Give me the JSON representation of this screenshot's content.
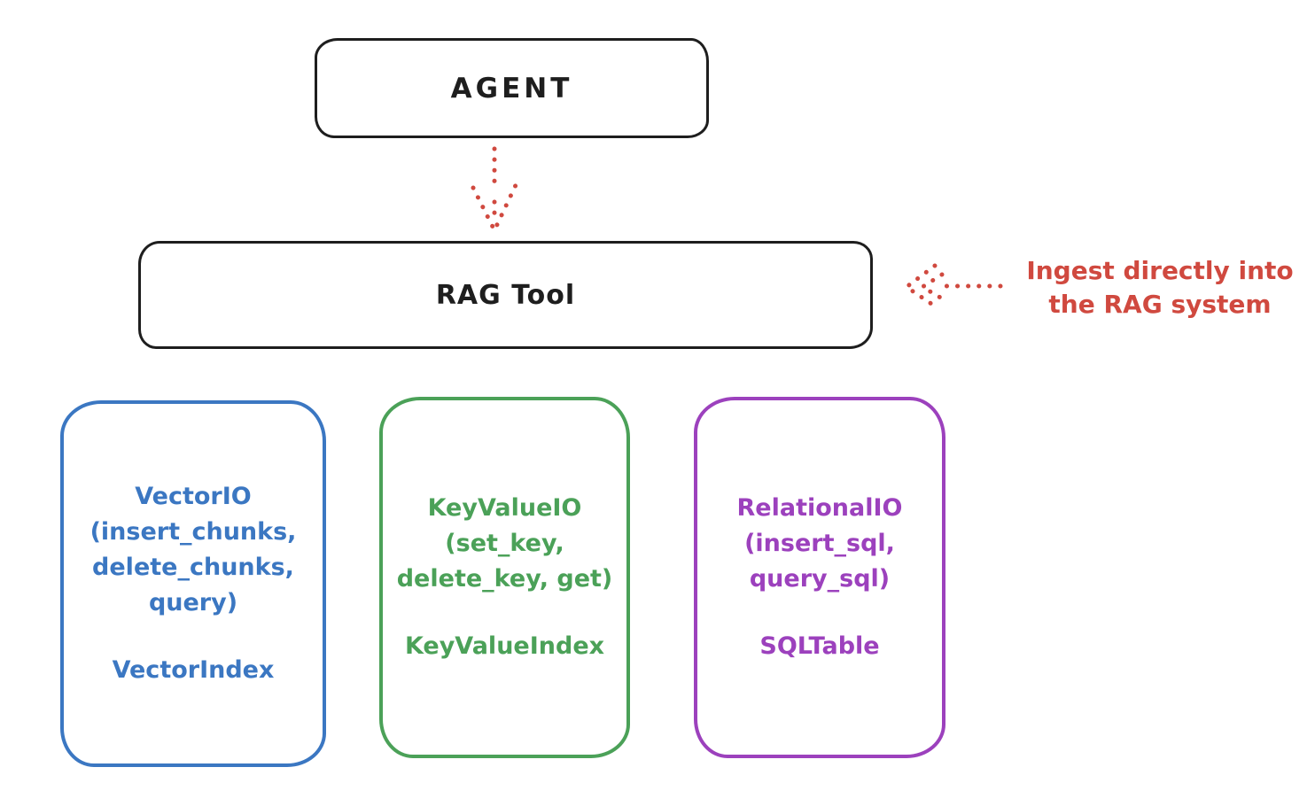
{
  "colors": {
    "ink": "#1e1e1e",
    "red": "#d0493f",
    "blue": "#3b77c2",
    "green": "#4ba158",
    "purple": "#9c41bd",
    "background": "#ffffff"
  },
  "nodes": {
    "agent": {
      "label": "AGENT"
    },
    "rag_tool": {
      "label": "RAG Tool"
    },
    "vector_io": {
      "lines": [
        "VectorIO",
        "(insert_chunks,",
        "delete_chunks,",
        "query)"
      ],
      "index_label": "VectorIndex",
      "color": "#3b77c2"
    },
    "key_value_io": {
      "lines": [
        "KeyValueIO",
        "(set_key,",
        "delete_key, get)"
      ],
      "index_label": "KeyValueIndex",
      "color": "#4ba158"
    },
    "relational_io": {
      "lines": [
        "RelationalIO",
        "(insert_sql,",
        "query_sql)"
      ],
      "index_label": "SQLTable",
      "color": "#9c41bd"
    }
  },
  "annotation": {
    "lines": [
      "Ingest directly into",
      "the RAG system"
    ],
    "color": "#d0493f"
  },
  "arrows": [
    {
      "name": "agent-to-rag-tool",
      "style": "dotted",
      "color": "#d0493f",
      "direction": "down"
    },
    {
      "name": "ingest-into-rag-tool",
      "style": "dotted",
      "color": "#d0493f",
      "direction": "left"
    }
  ]
}
